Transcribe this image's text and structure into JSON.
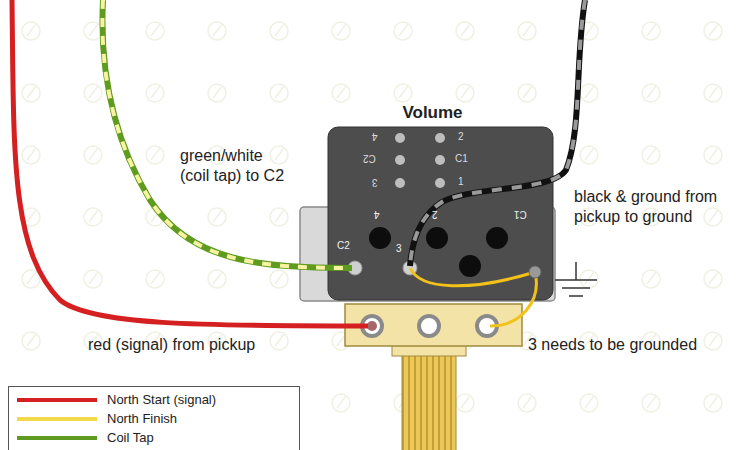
{
  "diagram": {
    "nodes": [
      {
        "text": [
          "Volume"
        ]
      }
    ],
    "labels": [
      "4",
      "C2",
      "3",
      "2",
      "C1",
      "1",
      "4",
      "2",
      "C1",
      "C2",
      "3",
      "green/white (coil tap) to C2",
      "black & ground from pickup to ground",
      "red (signal) from pickup",
      "3 needs to be grounded"
    ],
    "legend": [
      {
        "text": "North Start (signal)",
        "color": "#d42020"
      },
      {
        "text": "North Finish",
        "color": "#f2d94a"
      },
      {
        "text": "Coil Tap",
        "color": "#5e9b1f"
      }
    ]
  }
}
